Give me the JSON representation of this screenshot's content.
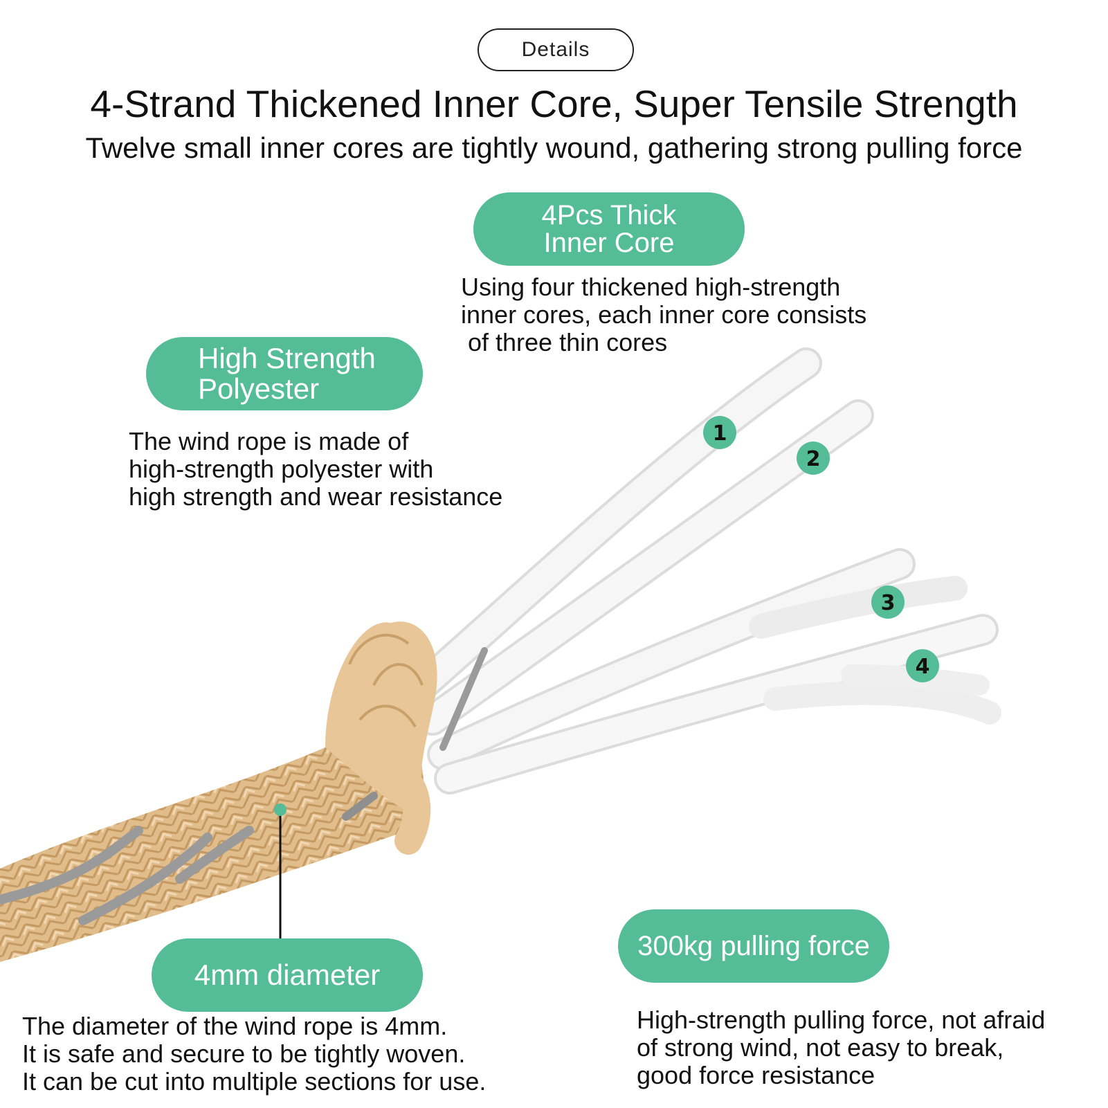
{
  "header": {
    "details_label": "Details",
    "title": "4-Strand Thickened Inner Core, Super Tensile Strength",
    "subtitle": "Twelve small inner cores are tightly wound, gathering strong pulling force"
  },
  "callouts": {
    "inner_core": {
      "label": "4Pcs Thick\nInner Core",
      "text": "Using four thickened high-strength\ninner cores, each inner core consists\n of three thin cores"
    },
    "polyester": {
      "label": "High Strength\nPolyester",
      "text": "The wind rope is made of\nhigh-strength polyester with\nhigh strength and wear resistance"
    },
    "diameter": {
      "label": "4mm diameter",
      "text": "The diameter of the wind rope is 4mm.\nIt is safe and secure to be tightly woven.\nIt can be cut into multiple sections for use."
    },
    "force": {
      "label": "300kg pulling force",
      "text": "High-strength pulling force, not afraid\nof strong wind, not easy to break,\ngood force resistance"
    }
  },
  "strand_markers": [
    "1",
    "2",
    "3",
    "4"
  ],
  "colors": {
    "accent_green": "#54bd98",
    "rope_tan": "#e2bd8c",
    "rope_gray": "#9a9a9a",
    "core_white": "#f4f4f4"
  }
}
